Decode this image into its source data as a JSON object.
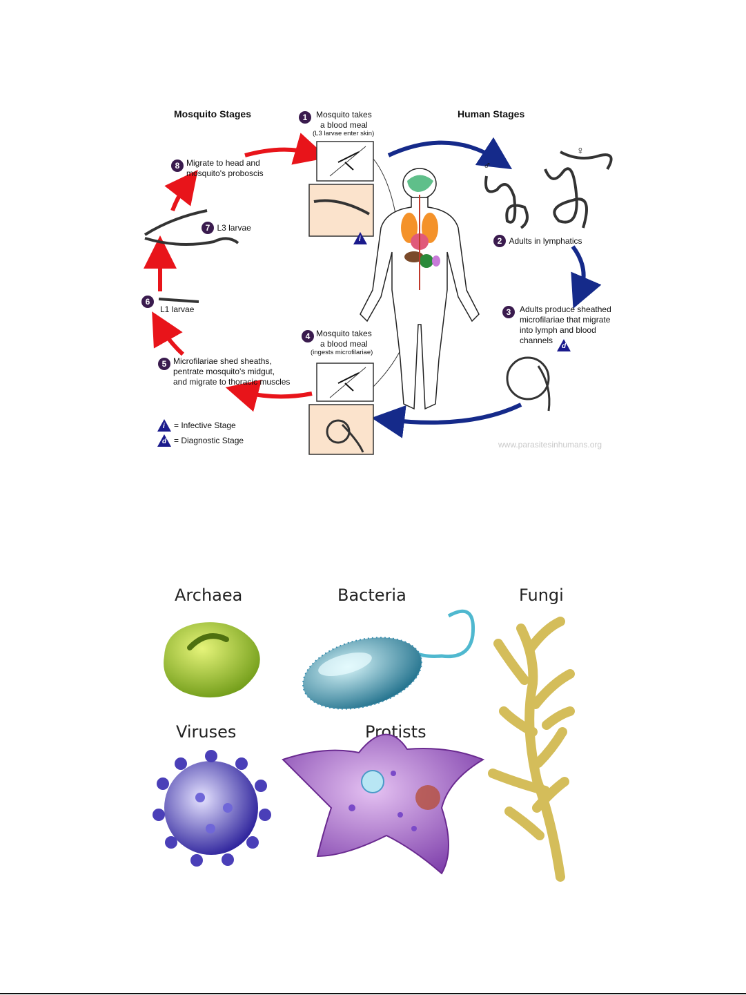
{
  "lifecycle": {
    "mosquito_header": "Mosquito Stages",
    "human_header": "Human Stages",
    "steps": [
      {
        "num": "1",
        "text_a": "Mosquito takes",
        "text_b": "a blood meal",
        "note": "(L3 larvae enter skin)"
      },
      {
        "num": "2",
        "text": "Adults in lymphatics"
      },
      {
        "num": "3",
        "lines": [
          "Adults produce sheathed",
          "microfilariae that migrate",
          "into lymph and blood",
          "channels"
        ]
      },
      {
        "num": "4",
        "text_a": "Mosquito takes",
        "text_b": "a blood meal",
        "note": "(ingests microfilariae)"
      },
      {
        "num": "5",
        "lines": [
          "Microfilariae shed sheaths,",
          "pentrate mosquito's midgut,",
          "and migrate to thoracic muscles"
        ]
      },
      {
        "num": "6",
        "text": "L1 larvae"
      },
      {
        "num": "7",
        "text": "L3 larvae"
      },
      {
        "num": "8",
        "lines": [
          "Migrate to head and",
          "mosquito's proboscis"
        ]
      }
    ],
    "symbols": {
      "infective": "i",
      "diagnostic": "d",
      "male": "♂",
      "female": "♀"
    },
    "legend": {
      "infective": "= Infective Stage",
      "diagnostic": "= Diagnostic Stage"
    },
    "watermark": "www.parasitesinhumans.org",
    "colors": {
      "red_arrow": "#e8141a",
      "blue_arrow": "#152a8a",
      "badge": "#3a1b4e",
      "panel": "#fbe3cc"
    }
  },
  "microbes": {
    "labels": [
      "Archaea",
      "Bacteria",
      "Fungi",
      "Viruses",
      "Protists"
    ],
    "colors": {
      "archaea": "#a8d23c",
      "bacteria": "#4fb8cf",
      "fungi": "#d9c46a",
      "viruses": "#4a3fb8",
      "protists": "#9b5fc6"
    }
  }
}
